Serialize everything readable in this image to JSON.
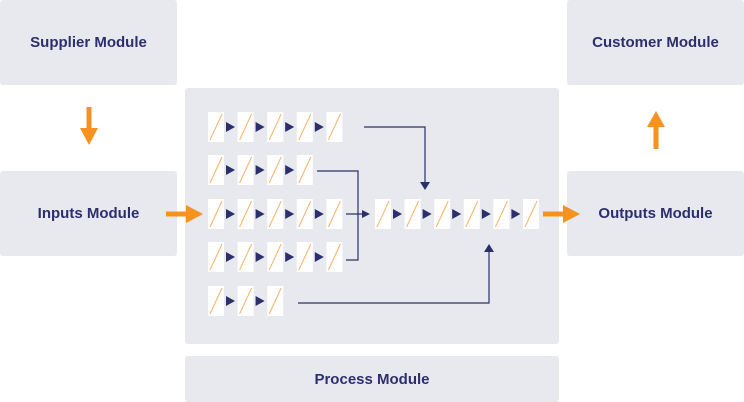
{
  "modules": {
    "supplier": "Supplier Module",
    "customer": "Customer Module",
    "inputs": "Inputs Module",
    "outputs": "Outputs Module",
    "process": "Process Module"
  },
  "colors": {
    "box_fill": "#e8e9ef",
    "label_text": "#2c2f6b",
    "accent_orange": "#f7921e",
    "connector_navy": "#2c2f6b",
    "tile_fill": "#ffffff",
    "tile_slash": "#f7b267"
  },
  "process": {
    "rows": [
      {
        "name": "row-1",
        "tiles": 5
      },
      {
        "name": "row-2",
        "tiles": 4
      },
      {
        "name": "row-3",
        "tiles": 5
      },
      {
        "name": "row-4",
        "tiles": 5
      },
      {
        "name": "row-5",
        "tiles": 3
      }
    ],
    "merged_row_tiles": 6
  },
  "icons": {
    "flow_arrow": "arrow-icon",
    "step_marker": "play-triangle-icon"
  }
}
